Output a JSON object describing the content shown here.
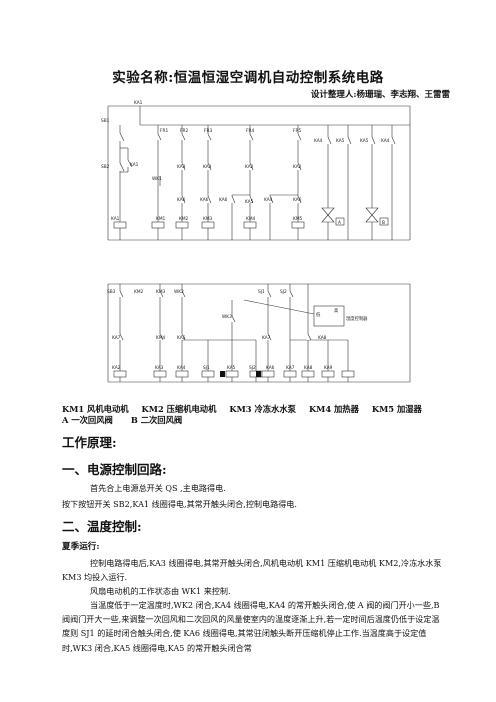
{
  "title": "实验名称:恒温恒湿空调机自动控制系统电路",
  "author": "设计整理人:杨珊瑞、李志翔、王雷雷",
  "diagram_top": {
    "top_label": "KA1",
    "left_labels": [
      "SB1",
      "SB2",
      "KA1",
      "KA1"
    ],
    "fr_labels": [
      "FR1",
      "FR2",
      "FR3",
      "FR4",
      "FR5"
    ],
    "contact_row1": [
      "KA3",
      "KA3",
      "KA2",
      "KA2"
    ],
    "wk_label": "WK1",
    "contact_row2": [
      "KA6",
      "KA6",
      "KA6",
      "KA5",
      "KA4",
      "KA6"
    ],
    "right_contacts": [
      "KA4",
      "KA5",
      "KA5",
      "KA4"
    ],
    "coils": [
      "KM1",
      "KM2",
      "KM3",
      "KM4",
      "KM5"
    ],
    "valves": [
      "A",
      "B"
    ]
  },
  "diagram_bottom": {
    "row1": [
      "SB3",
      "KM2",
      "KM3",
      "WK2",
      "SJ1",
      "SJ2"
    ],
    "wk3": "WK3",
    "wk_box": [
      "低",
      "高"
    ],
    "wk_box_label": "湿度控制器",
    "row2": [
      "KA7",
      "KM4",
      "KA5",
      "KA7",
      "KA8"
    ],
    "row3": [
      "KA2",
      "KA3",
      "KA4",
      "SJ1",
      "KA5",
      "SJ2",
      "KA6",
      "KA7",
      "KA8",
      "KA9"
    ]
  },
  "legend_line1": [
    "KM1 风机电动机",
    "KM2 压缩机电动机",
    "KM3 冷冻水水泵",
    "KM4 加热器",
    "KM5 加湿器"
  ],
  "legend_line2": [
    "A 一次回风阀",
    "B 二次回风阀"
  ],
  "section_principle": "工作原理:",
  "section1": {
    "heading": "一、电源控制回路:",
    "p1": "首先合上电源总开关 QS ,主电路得电.",
    "p2": "按下按钮开关 SB2,KA1 线圈得电,其常开触头闭合,控制电路得电."
  },
  "section2": {
    "heading": "二、温度控制:",
    "sub": "夏季运行:",
    "p1": "控制电路得电后,KA3 线圈得电,其常开触头闭合,风机电动机 KM1 压缩机电动机 KM2,冷冻水水泵 KM3 均投入运行.",
    "p2": "风扇电动机的工作状态由 WK1 来控制.",
    "p3": "当温度低于一定温度时,WK2 闭合,KA4 线圈得电,KA4 的常开触头闭合,使 A 阀的阀门开小一些,B 阀阀门开大一些,来调整一次回风和二次回风的风量使室内的温度逐渐上升,若一定时间后温度仍低于设定温度则 SJ1 的延时闭合触头闭合,使 KA6 线圈得电,其常驻闭触头断开压缩机停止工作.当温度高于设定值时,WK3 闭合,KA5 线圈得电,KA5 的常开触头闭合常"
  }
}
